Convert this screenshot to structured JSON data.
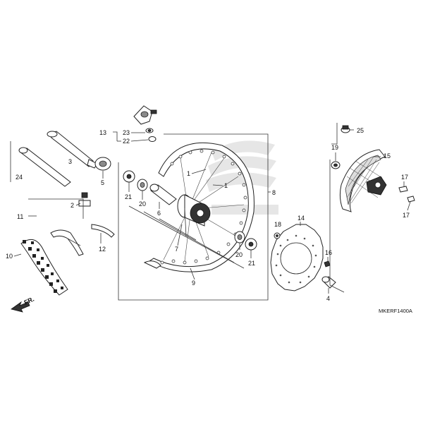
{
  "diagram": {
    "code": "MKERF1400A",
    "direction_label": "FR.",
    "colors": {
      "line": "#333333",
      "part_dark": "#333333",
      "watermark": "#e6e6e6"
    },
    "callouts": {
      "c1a": "1",
      "c1b": "1",
      "c2": "2",
      "c3": "3",
      "c4": "4",
      "c5": "5",
      "c6": "6",
      "c7": "7",
      "c8": "8",
      "c9": "9",
      "c10": "10",
      "c11": "11",
      "c12": "12",
      "c13": "13",
      "c14": "14",
      "c15": "15",
      "c16": "16",
      "c17a": "17",
      "c17b": "17",
      "c18": "18",
      "c19": "19",
      "c20a": "20",
      "c20b": "20",
      "c21a": "21",
      "c21b": "21",
      "c22": "22",
      "c23": "23",
      "c24": "24",
      "c25": "25"
    }
  }
}
